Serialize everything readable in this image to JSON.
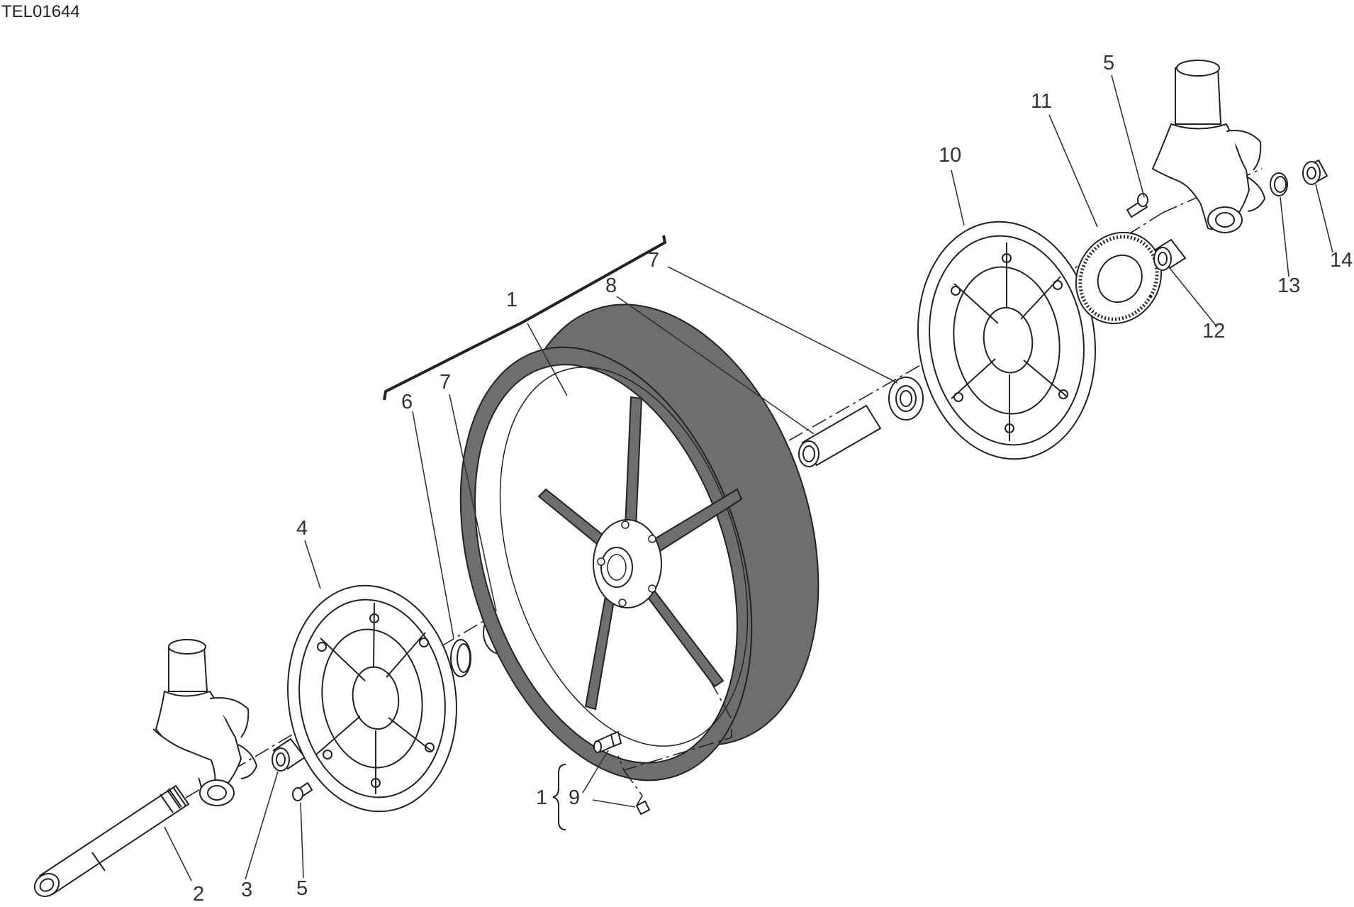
{
  "drawing_code": "TEL01644",
  "callouts": {
    "c1_top": "1",
    "c2": "2",
    "c3": "3",
    "c4": "4",
    "c5_left": "5",
    "c5_right": "5",
    "c6": "6",
    "c7_left": "7",
    "c7_right": "7",
    "c8": "8",
    "c9": "9",
    "c1_kit": "1",
    "c10": "10",
    "c11": "11",
    "c12": "12",
    "c13": "13",
    "c14": "14"
  },
  "colors": {
    "line": "#222222",
    "rim": "#6e6e6e",
    "paper": "#ffffff"
  }
}
